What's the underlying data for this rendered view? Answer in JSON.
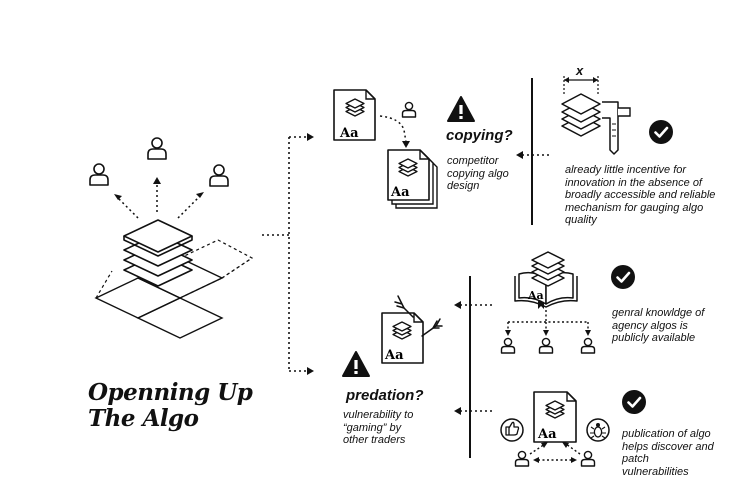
{
  "diagram": {
    "title_line1": "Openning Up",
    "title_line2": "The Algo",
    "copying": {
      "heading": "copying?",
      "note_lines": [
        "competitor",
        "copying algo",
        "design"
      ]
    },
    "predation": {
      "heading": "predation?",
      "note_lines": [
        "vulnerability to",
        "“gaming” by",
        "other traders"
      ]
    },
    "incentive_note_lines": [
      "already little incentive for",
      "innovation in the absence of",
      "broadly accessible and reliable",
      "mechanism for gauging algo",
      "quality"
    ],
    "knowledge_note_lines": [
      "genral knowldge of",
      "agency algos is",
      "publicly available"
    ],
    "publication_note_lines": [
      "publication of algo",
      "helps discover and",
      "patch",
      "vulnerabilities"
    ],
    "measure_label": "x",
    "doc_label": "Aa",
    "icons": {
      "warning": "warning-triangle-icon",
      "check": "check-circle-icon",
      "user": "user-icon",
      "stack": "layer-stack-icon",
      "document": "algo-document-icon",
      "book": "open-book-icon",
      "caliper": "caliper-icon",
      "dart": "dart-icon",
      "thumbs_up": "thumbs-up-icon",
      "bug": "bug-icon"
    }
  }
}
